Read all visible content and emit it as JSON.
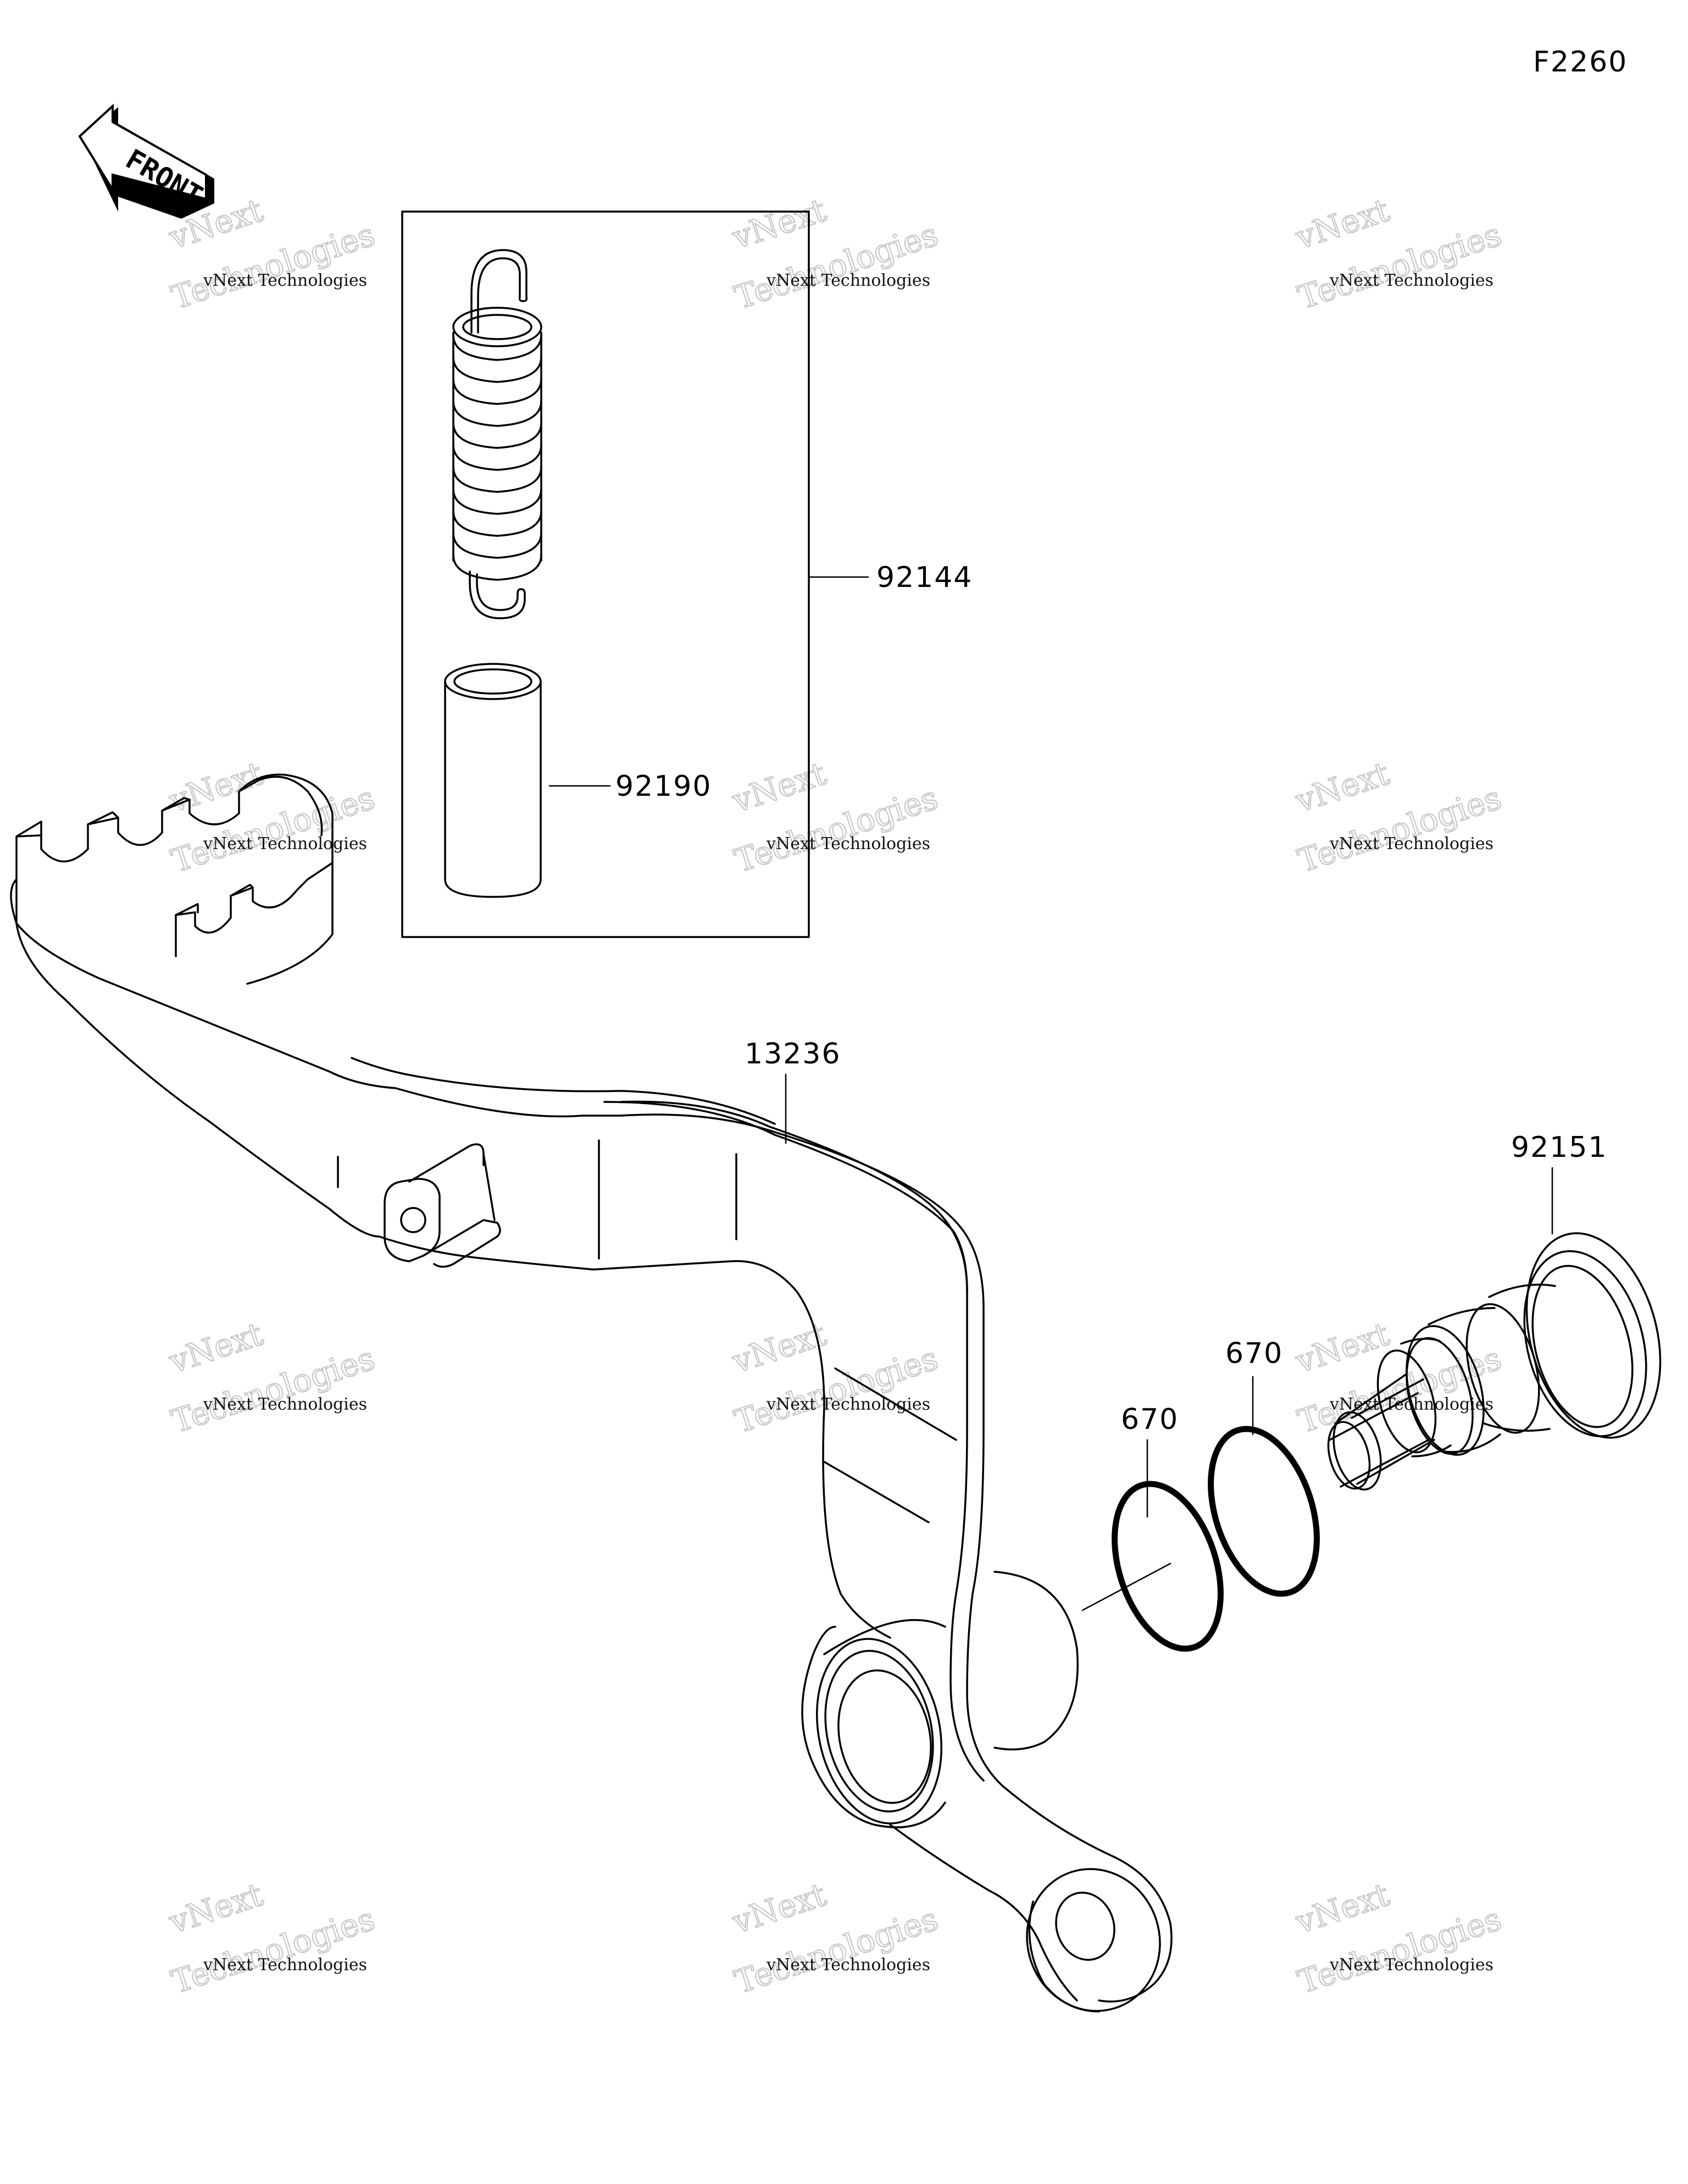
{
  "diagram": {
    "code": "F2260",
    "front_label": "FRONT",
    "parts": [
      {
        "id": "spring-kit",
        "number": "92144"
      },
      {
        "id": "collar",
        "number": "92190"
      },
      {
        "id": "brake-pedal",
        "number": "13236"
      },
      {
        "id": "o-ring-outer",
        "number": "670"
      },
      {
        "id": "o-ring-inner",
        "number": "670"
      },
      {
        "id": "pivot-bolt",
        "number": "92151"
      }
    ],
    "watermark": {
      "line1": "vNext Technologies",
      "line2": "vNext",
      "line3": "Technologies"
    }
  }
}
